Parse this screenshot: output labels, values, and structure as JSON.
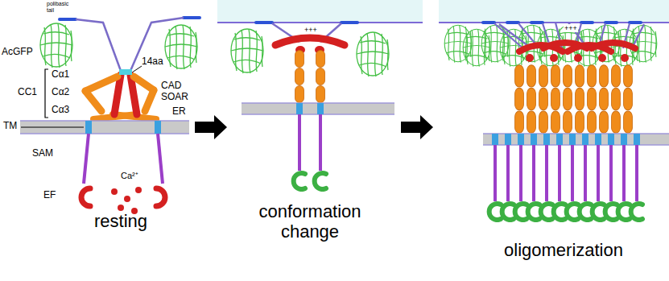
{
  "diagram": {
    "labels": [
      "polibasic tail",
      "AcGFP",
      "14aa",
      "Cα1",
      "CC1",
      "CAD",
      "Cα2",
      "SOAR",
      "Cα3",
      "ER",
      "TM",
      "SAM",
      "Ca²⁺",
      "EF",
      "resting",
      "+++",
      "conformation change",
      "+++",
      "oligomerization"
    ]
  }
}
